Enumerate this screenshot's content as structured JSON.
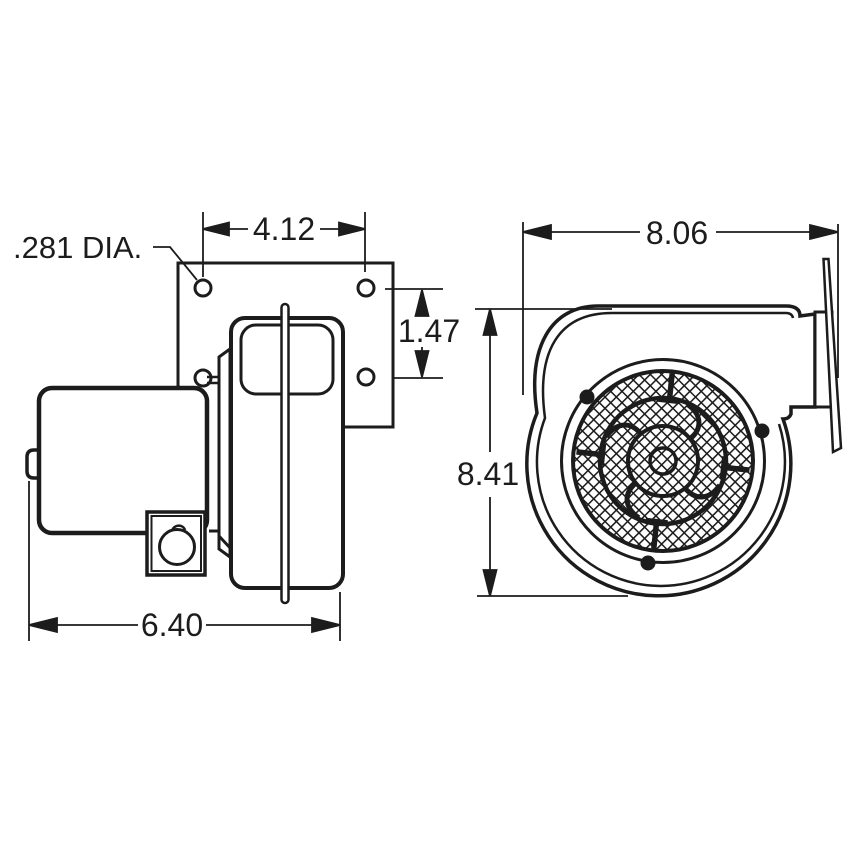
{
  "drawing": {
    "title": "Centrifugal blower dimensional drawing",
    "units": "inches",
    "line_color": "#1c1c1c",
    "background": "#ffffff",
    "side_view": {
      "mounting_hole_callout": ".281 DIA.",
      "hole_spacing_horizontal": "4.12",
      "hole_spacing_vertical": "1.47",
      "overall_depth": "6.40"
    },
    "front_view": {
      "overall_width": "8.06",
      "overall_height": "8.41"
    }
  }
}
